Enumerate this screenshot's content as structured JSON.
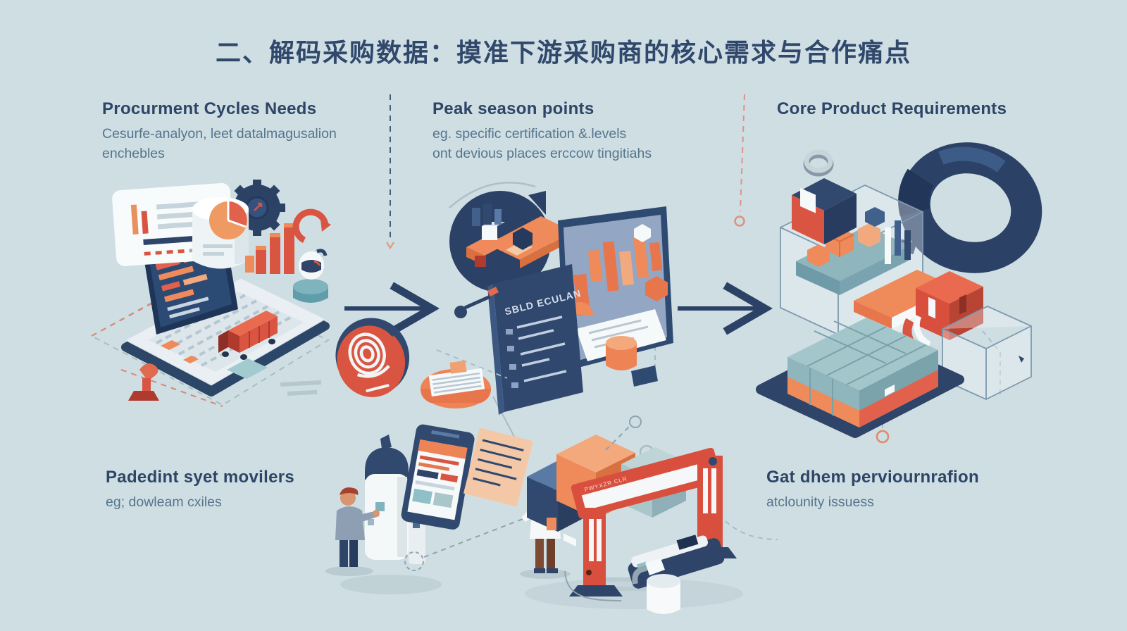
{
  "title": "二、解码采购数据：摸准下游采购商的核心需求与合作痛点",
  "columns": [
    {
      "heading": "Procurment Cycles Needs",
      "sub1": "Cesurfe-analyon, leet datalmagusalion",
      "sub2": "enchebles"
    },
    {
      "heading": "Peak season points",
      "sub1": "eg. specific certification &.levels",
      "sub2": "ont devious places erccow tingitiahs"
    },
    {
      "heading": "Core Product Requirements",
      "sub1": "",
      "sub2": ""
    }
  ],
  "footnotes": [
    {
      "heading": "Padedint syet movilers",
      "sub": "eg; dowleam cxiles"
    },
    {
      "heading": "Gat dhem perviournrafion",
      "sub": "atclounity issuess"
    }
  ],
  "labels": {
    "screen_panel": "SBLD ECULAN",
    "machine": "PWYXZR CLR"
  },
  "illustrations": {
    "left": "laptop-procurement-dashboard with report card, pie cylinder, gear, bar chart, truck, robot pedestal, stamp",
    "middle": "monitor with orange bar chart, data panel, logistics circle, fingerprint badge, paper stack disc",
    "right": "navy ring, glass boxes with cargo, shipping container on pallet, red crate",
    "bottom": "two workers, dispenser machine, tablet document, red gantry press, scanner, can"
  },
  "colors": {
    "background": "#cfdee3",
    "navy": "#2e4468",
    "slate_text": "#54758d",
    "orange": "#ef8a5a",
    "red": "#d95542",
    "teal": "#9fc3c9",
    "salmon_dash": "#dd9480",
    "light_card": "#f6f9fa"
  }
}
